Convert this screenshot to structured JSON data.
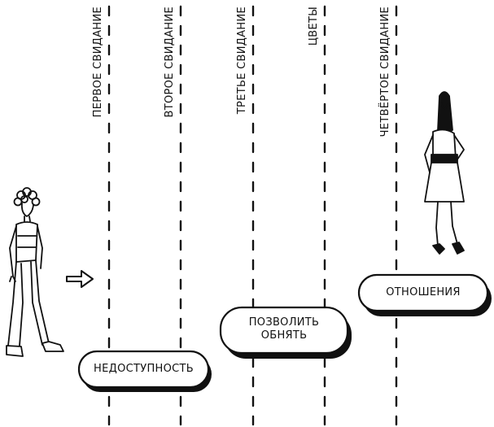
{
  "columns": [
    {
      "label": "ПЕРВОЕ СВИДАНИЕ"
    },
    {
      "label": "ВТОРОЕ СВИДАНИЕ"
    },
    {
      "label": "ТРЕТЬЕ СВИДАНИЕ"
    },
    {
      "label": "ЦВЕТЫ"
    },
    {
      "label": "ЧЕТВЁРТОЕ СВИДАНИЕ"
    }
  ],
  "stages": {
    "unavailability": "НЕДОСТУПНОСТЬ",
    "allow_hug_line1": "ПОЗВОЛИТЬ",
    "allow_hug_line2": "ОБНЯТЬ",
    "relationship": "ОТНОШЕНИЯ"
  },
  "colors": {
    "ink": "#111111",
    "background": "#ffffff"
  },
  "icons": [
    "man-walking-icon",
    "arrow-right-icon",
    "woman-standing-icon"
  ]
}
